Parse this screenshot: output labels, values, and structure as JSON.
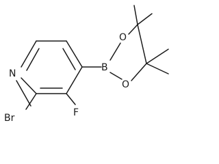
{
  "structure": {
    "atoms": {
      "nitrogen": "N",
      "bromine": "Br",
      "fluorine": "F",
      "boron": "B",
      "oxygen_top": "O",
      "oxygen_bottom": "O"
    }
  }
}
